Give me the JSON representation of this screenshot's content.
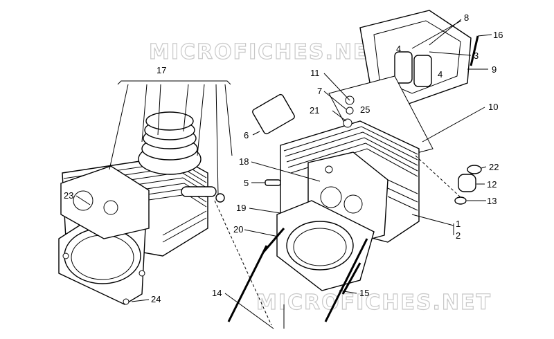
{
  "watermarks": [
    "MICROFICHES.NET",
    "MICROFICHES.NET"
  ],
  "callouts": [
    "17",
    "8",
    "16",
    "4",
    "3",
    "4",
    "9",
    "11",
    "7",
    "25",
    "21",
    "10",
    "6",
    "18",
    "22",
    "5",
    "12",
    "13",
    "23",
    "19",
    "1",
    "20",
    "2",
    "24",
    "14",
    "15"
  ]
}
